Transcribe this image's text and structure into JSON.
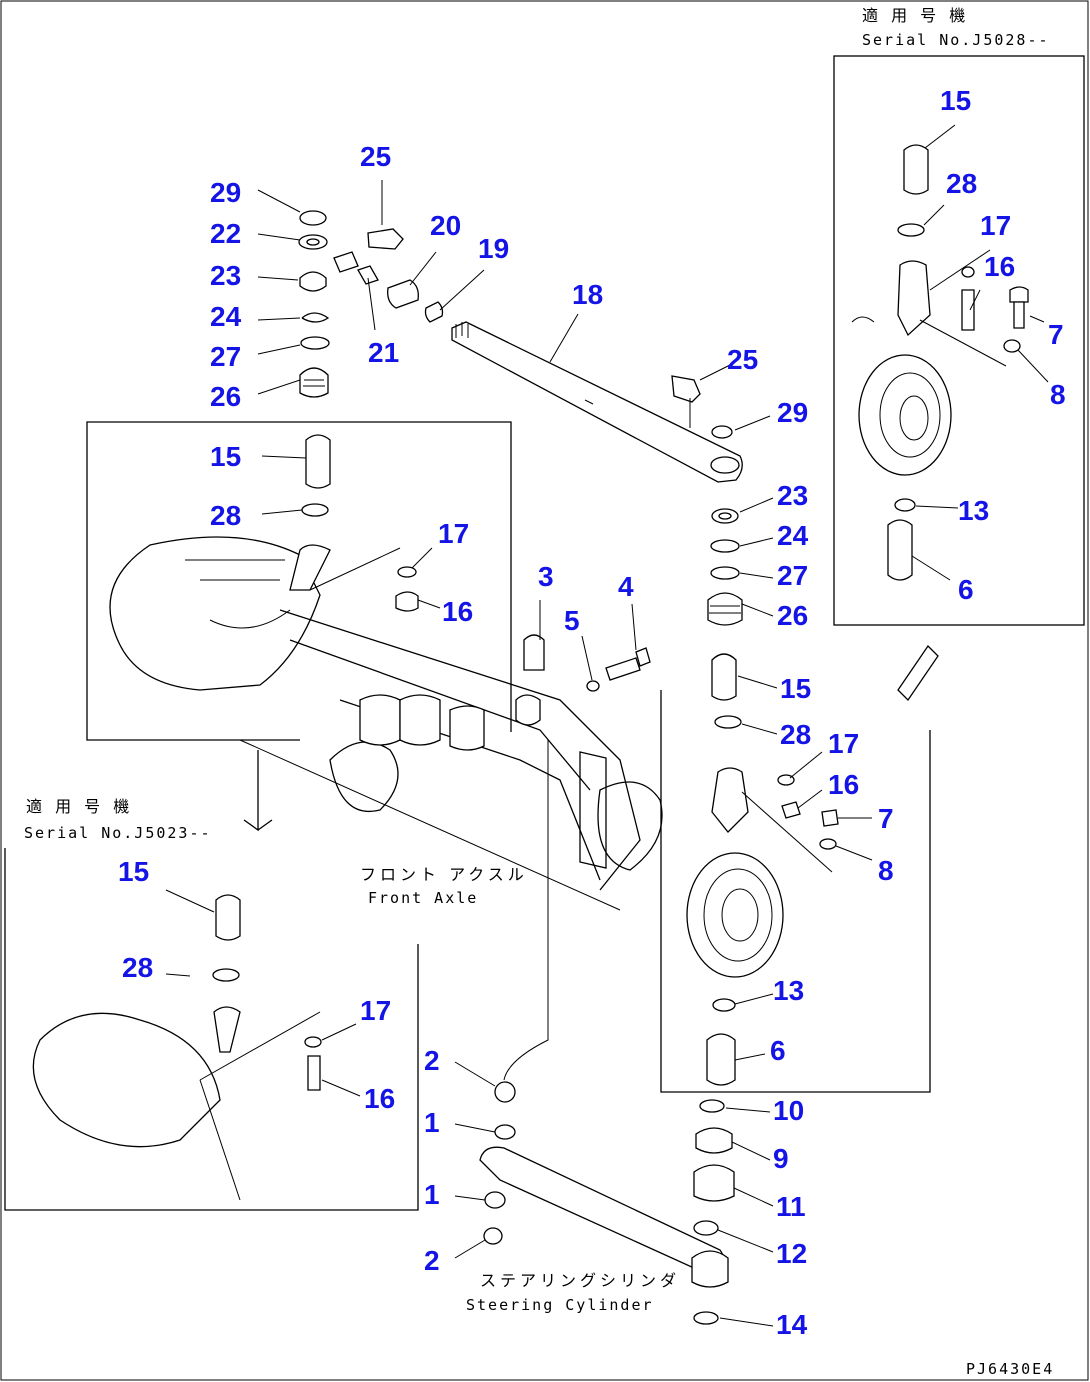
{
  "captions": {
    "top_right_jp": "適 用 号 機",
    "top_right_serial": "Serial No.J5028--",
    "left_jp": "適 用 号 機",
    "left_serial": "Serial No.J5023--",
    "axle_jp": "フロント アクスル",
    "axle_en": "Front Axle",
    "cyl_jp": "ステアリングシリンダ",
    "cyl_en": "Steering Cylinder",
    "drawing_code": "PJ6430E4"
  },
  "callouts": [
    "29",
    "22",
    "23",
    "24",
    "27",
    "26",
    "25",
    "21",
    "20",
    "19",
    "18",
    "25",
    "29",
    "23",
    "24",
    "27",
    "26",
    "15",
    "28",
    "17",
    "16",
    "7",
    "8",
    "13",
    "6",
    "10",
    "9",
    "11",
    "12",
    "14",
    "3",
    "5",
    "4",
    "2",
    "1",
    "1",
    "2",
    "15",
    "28",
    "17",
    "16",
    "15",
    "28",
    "17",
    "16",
    "15",
    "28",
    "17",
    "16",
    "7",
    "8",
    "13",
    "6"
  ]
}
